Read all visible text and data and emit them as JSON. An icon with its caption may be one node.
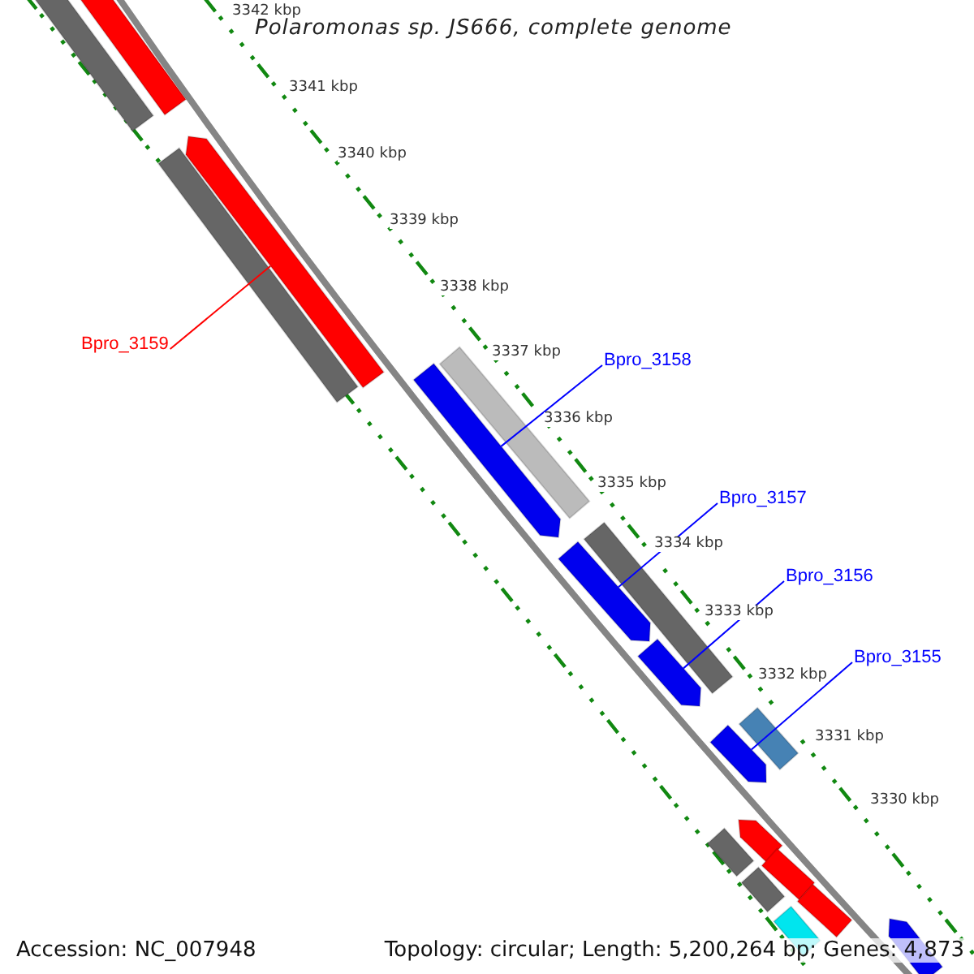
{
  "diagram": {
    "title": "Polaromonas sp. JS666, complete genome",
    "nodes": [
      {
        "text": [
          "Bpro_3159"
        ]
      },
      {
        "text": [
          "Bpro_3158"
        ]
      },
      {
        "text": [
          "Bpro_3157"
        ]
      },
      {
        "text": [
          "Bpro_3156"
        ]
      },
      {
        "text": [
          "Bpro_3155"
        ]
      },
      {
        "text": [],
        "shape": "bar"
      },
      {
        "text": [],
        "shape": "bar"
      },
      {
        "text": [],
        "shape": "bar"
      },
      {
        "text": [],
        "shape": "bar"
      },
      {
        "text": [],
        "shape": "bar"
      },
      {
        "text": [],
        "shape": "bar"
      },
      {
        "text": [],
        "shape": "bar"
      },
      {
        "text": [],
        "shape": "bar"
      },
      {
        "text": [],
        "shape": "bar"
      },
      {
        "text": [],
        "shape": "bar"
      },
      {
        "text": [],
        "shape": "bar"
      },
      {
        "text": [],
        "shape": "bar"
      },
      {
        "text": [],
        "shape": "bar"
      },
      {
        "text": [],
        "shape": "bar"
      },
      {
        "text": [],
        "shape": "bar"
      },
      {
        "text": [],
        "shape": "bar"
      },
      {
        "text": [],
        "shape": "bar"
      },
      {
        "text": [],
        "shape": "bar"
      }
    ],
    "edges": [
      {
        "from": 0,
        "to": 8,
        "arrow": "none",
        "color": "#ff0000"
      },
      {
        "from": 1,
        "to": 10,
        "arrow": "none"
      },
      {
        "from": 2,
        "to": 12,
        "arrow": "none"
      },
      {
        "from": 3,
        "to": 13,
        "arrow": "none"
      },
      {
        "from": 4,
        "to": 15,
        "arrow": "none"
      }
    ],
    "labels": [
      "3342 kbp",
      "3341 kbp",
      "3340 kbp",
      "3339 kbp",
      "3338 kbp",
      "3337 kbp",
      "3336 kbp",
      "3335 kbp",
      "3334 kbp",
      "3333 kbp",
      "3332 kbp",
      "3331 kbp",
      "3330 kbp",
      "Accession: NC_007948",
      "Topology: circular; Length: 5,200,264 bp; Genes: 4,873"
    ]
  }
}
